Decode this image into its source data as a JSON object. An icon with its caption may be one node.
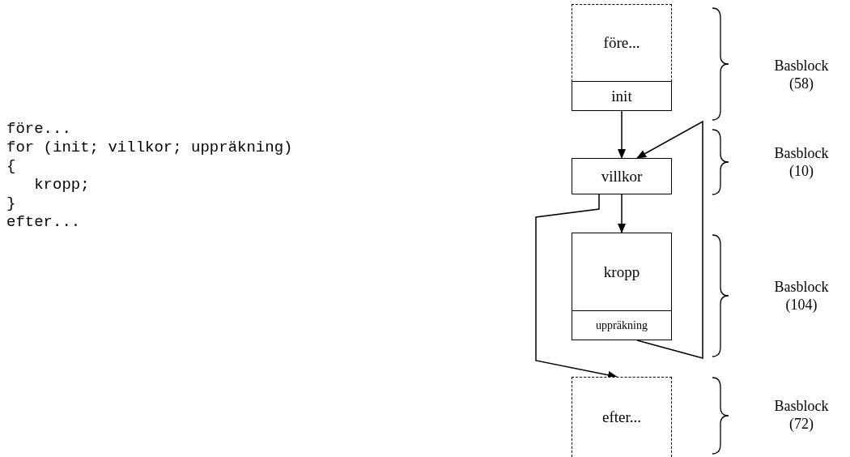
{
  "diagram": {
    "nodes": [
      {
        "text": [
          "före..."
        ]
      },
      {
        "text": [
          "init"
        ]
      },
      {
        "text": [
          "villkor"
        ]
      },
      {
        "text": [
          "kropp"
        ]
      },
      {
        "text": [
          "uppräkning"
        ]
      },
      {
        "text": [
          "efter..."
        ]
      }
    ],
    "edges": [
      {
        "from": 1,
        "to": 2,
        "arrow": "to"
      },
      {
        "from": 2,
        "to": 3,
        "arrow": "to"
      },
      {
        "from": 4,
        "to": 2,
        "arrow": "to"
      },
      {
        "from": 2,
        "to": 5,
        "arrow": "to"
      }
    ],
    "labels": [
      "före...",
      "for (init; villkor; uppräkning)",
      "{",
      "   kropp;",
      "}",
      "efter...",
      "Basblock (58)",
      "Basblock (10)",
      "Basblock (104)",
      "Basblock (72)"
    ]
  }
}
